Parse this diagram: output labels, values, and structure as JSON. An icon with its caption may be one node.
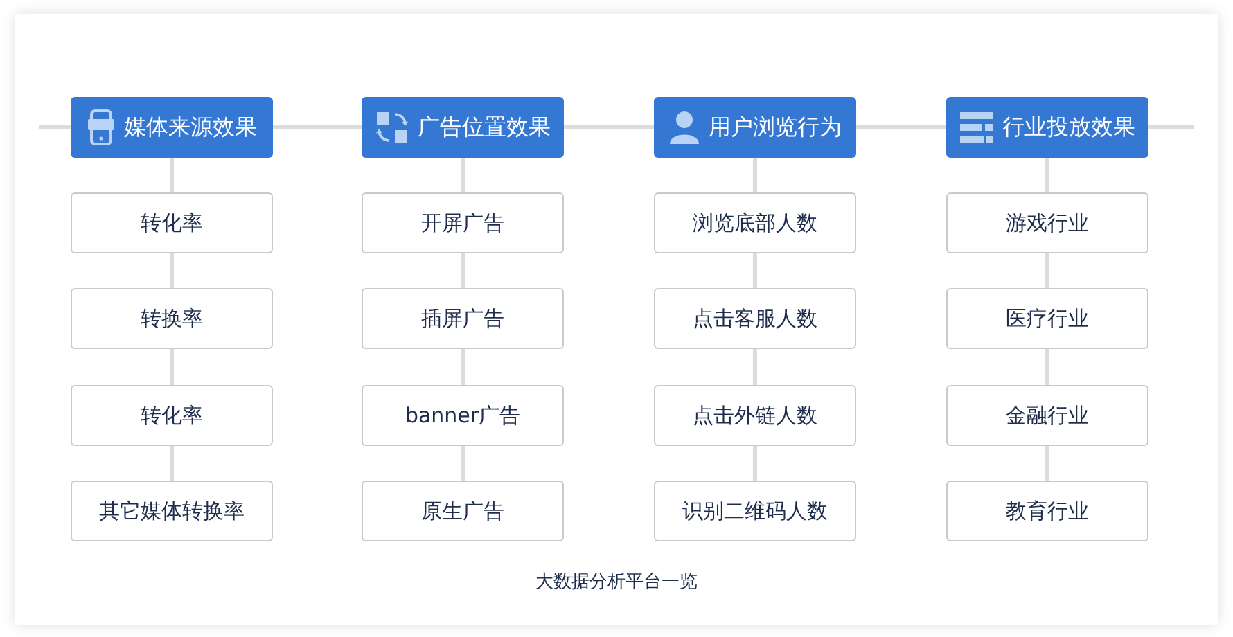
{
  "diagram": {
    "caption": "大数据分析平台一览",
    "nodes": [
      {
        "text": [
          "媒体来源效果"
        ]
      },
      {
        "text": [
          "转化率"
        ]
      },
      {
        "text": [
          "转换率"
        ]
      },
      {
        "text": [
          "转化率"
        ]
      },
      {
        "text": [
          "其它媒体转换率"
        ]
      },
      {
        "text": [
          "广告位置效果"
        ]
      },
      {
        "text": [
          "开屏广告"
        ]
      },
      {
        "text": [
          "插屏广告"
        ]
      },
      {
        "text": [
          "banner广告"
        ]
      },
      {
        "text": [
          "原生广告"
        ]
      },
      {
        "text": [
          "用户浏览行为"
        ]
      },
      {
        "text": [
          "浏览底部人数"
        ]
      },
      {
        "text": [
          "点击客服人数"
        ]
      },
      {
        "text": [
          "点击外链人数"
        ]
      },
      {
        "text": [
          "识别二维码人数"
        ]
      },
      {
        "text": [
          "行业投放效果"
        ]
      },
      {
        "text": [
          "游戏行业"
        ]
      },
      {
        "text": [
          "医疗行业"
        ]
      },
      {
        "text": [
          "金融行业"
        ]
      },
      {
        "text": [
          "教育行业"
        ]
      }
    ],
    "edges": [
      {
        "from": 0,
        "to": 1,
        "arrow": "none"
      },
      {
        "from": 1,
        "to": 2,
        "arrow": "none"
      },
      {
        "from": 2,
        "to": 3,
        "arrow": "none"
      },
      {
        "from": 3,
        "to": 4,
        "arrow": "none"
      },
      {
        "from": 5,
        "to": 6,
        "arrow": "none"
      },
      {
        "from": 6,
        "to": 7,
        "arrow": "none"
      },
      {
        "from": 7,
        "to": 8,
        "arrow": "none"
      },
      {
        "from": 8,
        "to": 9,
        "arrow": "none"
      },
      {
        "from": 10,
        "to": 11,
        "arrow": "none"
      },
      {
        "from": 11,
        "to": 12,
        "arrow": "none"
      },
      {
        "from": 12,
        "to": 13,
        "arrow": "none"
      },
      {
        "from": 13,
        "to": 14,
        "arrow": "none"
      },
      {
        "from": 15,
        "to": 16,
        "arrow": "none"
      },
      {
        "from": 16,
        "to": 17,
        "arrow": "none"
      },
      {
        "from": 17,
        "to": 18,
        "arrow": "none"
      },
      {
        "from": 18,
        "to": 19,
        "arrow": "none"
      },
      {
        "from": null,
        "to": 0,
        "arrow": "none"
      },
      {
        "from": 0,
        "to": 5,
        "arrow": "none"
      },
      {
        "from": 5,
        "to": 10,
        "arrow": "none"
      },
      {
        "from": 10,
        "to": 15,
        "arrow": "none"
      },
      {
        "from": 15,
        "to": null,
        "arrow": "none"
      }
    ]
  }
}
